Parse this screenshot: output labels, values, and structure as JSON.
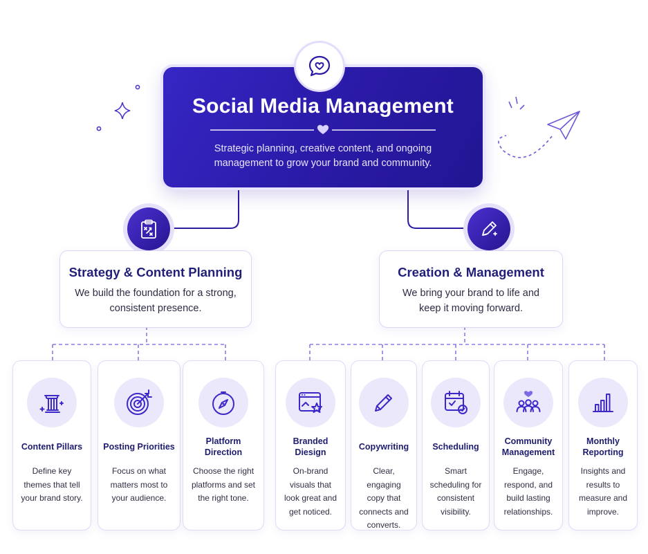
{
  "hero": {
    "title": "Social Media Management",
    "subtitle": "Strategic planning, creative content, and ongoing management to grow your brand and community.",
    "icon": "chat-heart-icon"
  },
  "sections": [
    {
      "title": "Strategy & Content Planning",
      "description": "We build the foundation for a strong, consistent presence.",
      "icon": "clipboard-plan-icon"
    },
    {
      "title": "Creation & Management",
      "description": "We bring your brand to life and keep it moving forward.",
      "icon": "pencil-sparkle-icon"
    }
  ],
  "items": [
    {
      "title": "Content Pillars",
      "description": "Define key themes that tell your brand story.",
      "icon": "pillar-icon"
    },
    {
      "title": "Posting Priorities",
      "description": "Focus on what matters most to your audience.",
      "icon": "target-icon"
    },
    {
      "title": "Platform Direction",
      "description": "Choose the right platforms and set the right tone.",
      "icon": "compass-icon"
    },
    {
      "title": "Branded Diesign",
      "description": "On-brand visuals that look great and get noticed.",
      "icon": "browser-star-icon"
    },
    {
      "title": "Copywriting",
      "description": "Clear, engaging copy that connects and converts.",
      "icon": "pencil-icon"
    },
    {
      "title": "Scheduling",
      "description": "Smart scheduling for consistent visibility.",
      "icon": "calendar-check-icon"
    },
    {
      "title": "Community Management",
      "description": "Engage, respond, and build lasting relationships.",
      "icon": "community-heart-icon"
    },
    {
      "title": "Monthly Reporting",
      "description": "Insights and results to measure and improve.",
      "icon": "bar-chart-icon"
    }
  ],
  "colors": {
    "primary": "#2a1aa6",
    "accent": "#7b6be6",
    "card_border": "#ddd5f7",
    "icon_bg": "#ece8fb"
  }
}
